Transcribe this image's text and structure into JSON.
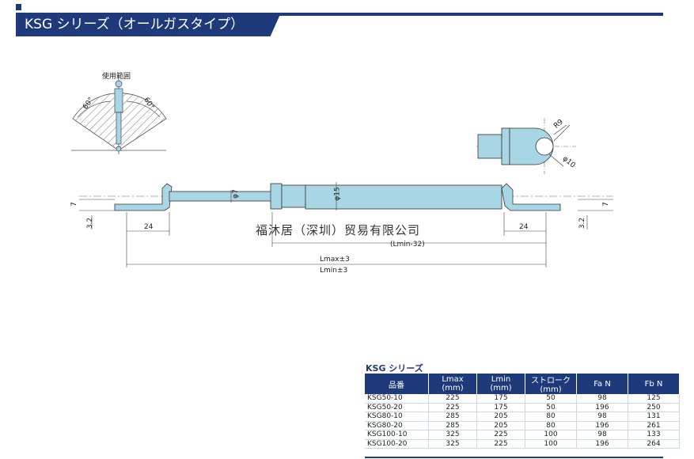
{
  "header": {
    "title": "KSG シリーズ（オールガスタイプ）"
  },
  "diagram": {
    "range_title": "使用範囲",
    "angle_left": "60°",
    "angle_right": "60°",
    "dim_radius": "R9",
    "dim_hole": "φ10",
    "dim_rod": "φ7",
    "dim_body": "φ15",
    "dim_height_left": "7",
    "dim_height_right": "7",
    "dim_offset_left": "3.2",
    "dim_offset_right": "3.2",
    "dim_bracket_left": "24",
    "dim_bracket_right": "24",
    "dim_lmin32": "(Lmin-32)",
    "dim_lmax": "Lmax±3",
    "dim_lmin": "Lmin±3"
  },
  "watermark": "福沐居（深圳）贸易有限公司",
  "table": {
    "title": "KSG シリーズ",
    "headers": [
      "品番",
      "Lmax (mm)",
      "Lmin (mm)",
      "ストローク (mm)",
      "Fa N",
      "Fb N"
    ],
    "rows": [
      [
        "KSG50-10",
        "225",
        "175",
        "50",
        "98",
        "125"
      ],
      [
        "KSG50-20",
        "225",
        "175",
        "50",
        "196",
        "250"
      ],
      [
        "KSG80-10",
        "285",
        "205",
        "80",
        "98",
        "131"
      ],
      [
        "KSG80-20",
        "285",
        "205",
        "80",
        "196",
        "261"
      ],
      [
        "KSG100-10",
        "325",
        "225",
        "100",
        "98",
        "133"
      ],
      [
        "KSG100-20",
        "325",
        "225",
        "100",
        "196",
        "264"
      ]
    ]
  },
  "colors": {
    "accent": "#1f3a7a",
    "part_fill": "#a9d6e4"
  }
}
